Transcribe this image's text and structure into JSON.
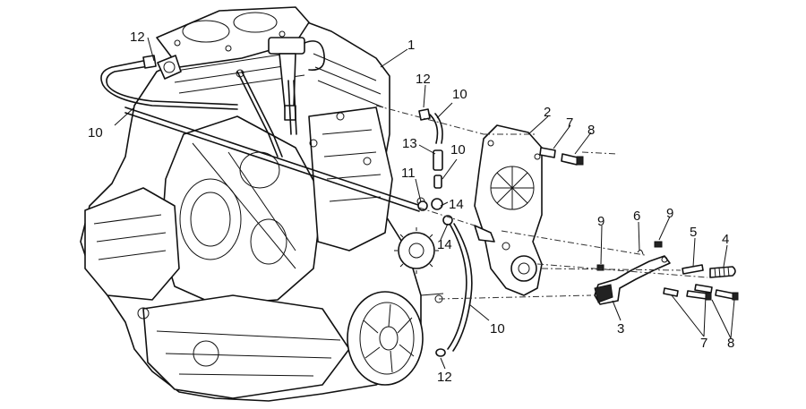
{
  "figure": {
    "description_hidden": "",
    "callouts": {
      "c1": "1",
      "c2": "2",
      "c3": "3",
      "c4": "4",
      "c5": "5",
      "c6": "6",
      "c7a": "7",
      "c7b": "7",
      "c8a": "8",
      "c8b": "8",
      "c9a": "9",
      "c9b": "9",
      "c10a": "10",
      "c10b": "10",
      "c10c": "10",
      "c10d": "10",
      "c11": "11",
      "c12a": "12",
      "c12b": "12",
      "c12c": "12",
      "c13": "13",
      "c14a": "14",
      "c14b": "14"
    }
  }
}
